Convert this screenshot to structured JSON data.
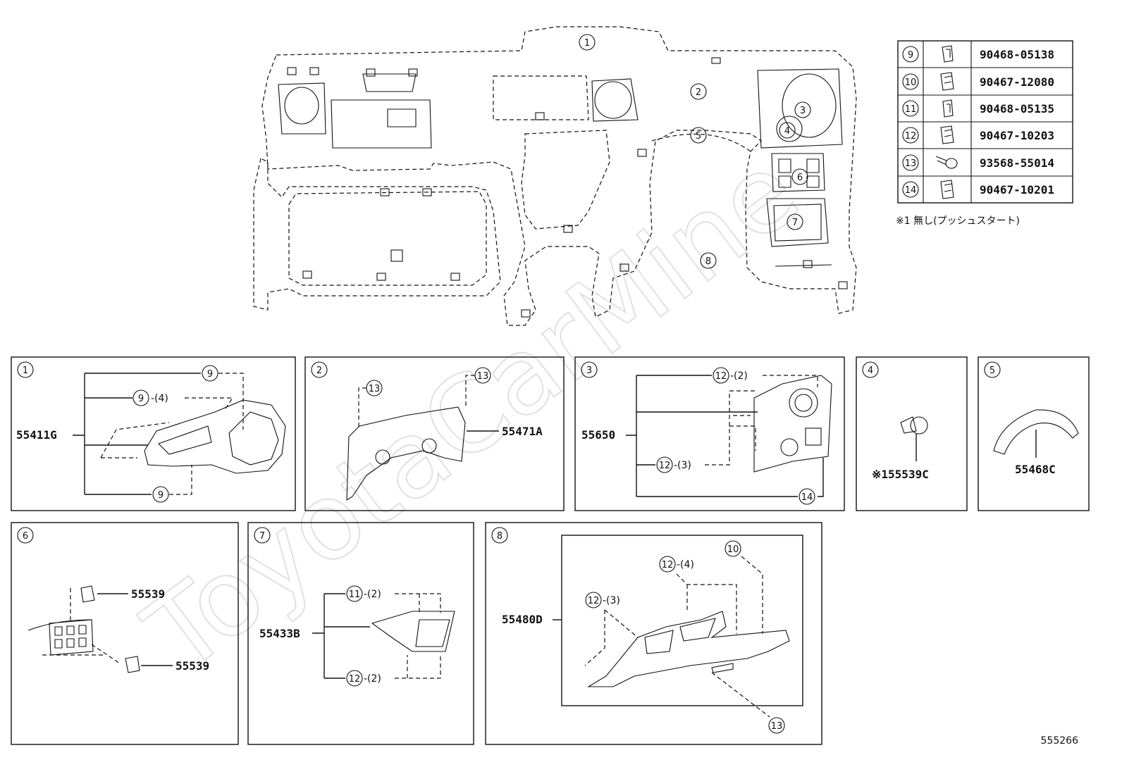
{
  "watermark": "ToyotaCarMine",
  "diagram_id": "555266",
  "overview_callouts": [
    "1",
    "2",
    "3",
    "4",
    "5",
    "6",
    "7",
    "8"
  ],
  "fastener_table": [
    {
      "ref": "9",
      "part": "90468-05138",
      "icon": "clip-icon"
    },
    {
      "ref": "10",
      "part": "90467-12080",
      "icon": "clip-icon"
    },
    {
      "ref": "11",
      "part": "90468-05135",
      "icon": "clip-icon"
    },
    {
      "ref": "12",
      "part": "90467-10203",
      "icon": "clip-icon"
    },
    {
      "ref": "13",
      "part": "93568-55014",
      "icon": "screw-icon"
    },
    {
      "ref": "14",
      "part": "90467-10201",
      "icon": "clip-icon"
    }
  ],
  "footnote": "※1 無し(プッシュスタート)",
  "panels": {
    "p1": {
      "id": "1",
      "part": "55411G",
      "refs": [
        "9",
        "9",
        "9"
      ],
      "qty": "-(4)"
    },
    "p2": {
      "id": "2",
      "part": "55471A",
      "refs": [
        "13",
        "13"
      ]
    },
    "p3": {
      "id": "3",
      "part": "55650",
      "refs": [
        "12",
        "12",
        "14"
      ],
      "qty_a": "-(2)",
      "qty_b": "-(3)"
    },
    "p4": {
      "id": "4",
      "part": "※155539C"
    },
    "p5": {
      "id": "5",
      "part": "55468C"
    },
    "p6": {
      "id": "6",
      "part_a": "55539",
      "part_b": "55539"
    },
    "p7": {
      "id": "7",
      "part": "55433B",
      "refs": [
        "11",
        "12"
      ],
      "qty_a": "-(2)",
      "qty_b": "-(2)"
    },
    "p8": {
      "id": "8",
      "part": "55480D",
      "refs": [
        "12",
        "10",
        "12",
        "13"
      ],
      "qty_a": "-(4)",
      "qty_b": "-(3)"
    }
  }
}
